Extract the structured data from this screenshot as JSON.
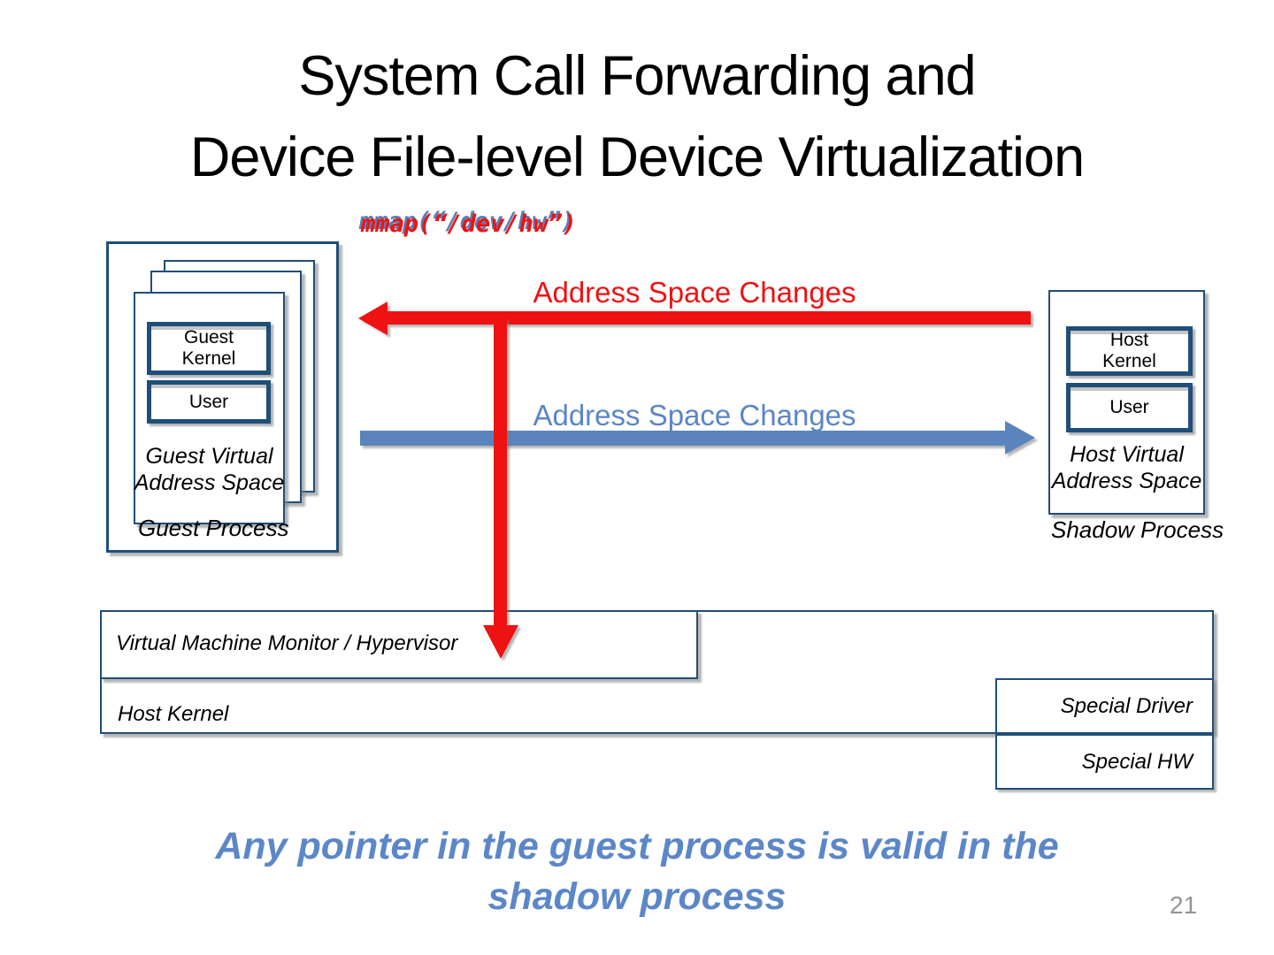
{
  "slide": {
    "title_line1": "System Call Forwarding and",
    "title_line2": "Device File-level Device Virtualization",
    "code_annotation": "mmap(“/dev/hw”)",
    "callout_line1": "Any pointer in the guest process is valid in the",
    "callout_line2": "shadow process",
    "page_number": "21"
  },
  "arrows": {
    "red_label": "Address Space Changes",
    "blue_label": "Address Space Changes"
  },
  "guest": {
    "kernel_line1": "Guest",
    "kernel_line2": "Kernel",
    "user": "User",
    "vas_line1": "Guest Virtual",
    "vas_line2": "Address Space",
    "process": "Guest Process"
  },
  "host": {
    "kernel_line1": "Host",
    "kernel_line2": "Kernel",
    "user": "User",
    "vas_line1": "Host Virtual",
    "vas_line2": "Address Space",
    "process": "Shadow Process"
  },
  "bottom": {
    "vmm": "Virtual Machine Monitor / Hypervisor",
    "host_kernel": "Host Kernel",
    "special_driver": "Special Driver",
    "special_hw": "Special HW"
  },
  "colors": {
    "accent_red": "#EE1212",
    "arrow_blue": "#5B84BC",
    "callout_blue": "#5B87C9",
    "border_navy": "#1F4E79",
    "page_number_gray": "#949494"
  }
}
